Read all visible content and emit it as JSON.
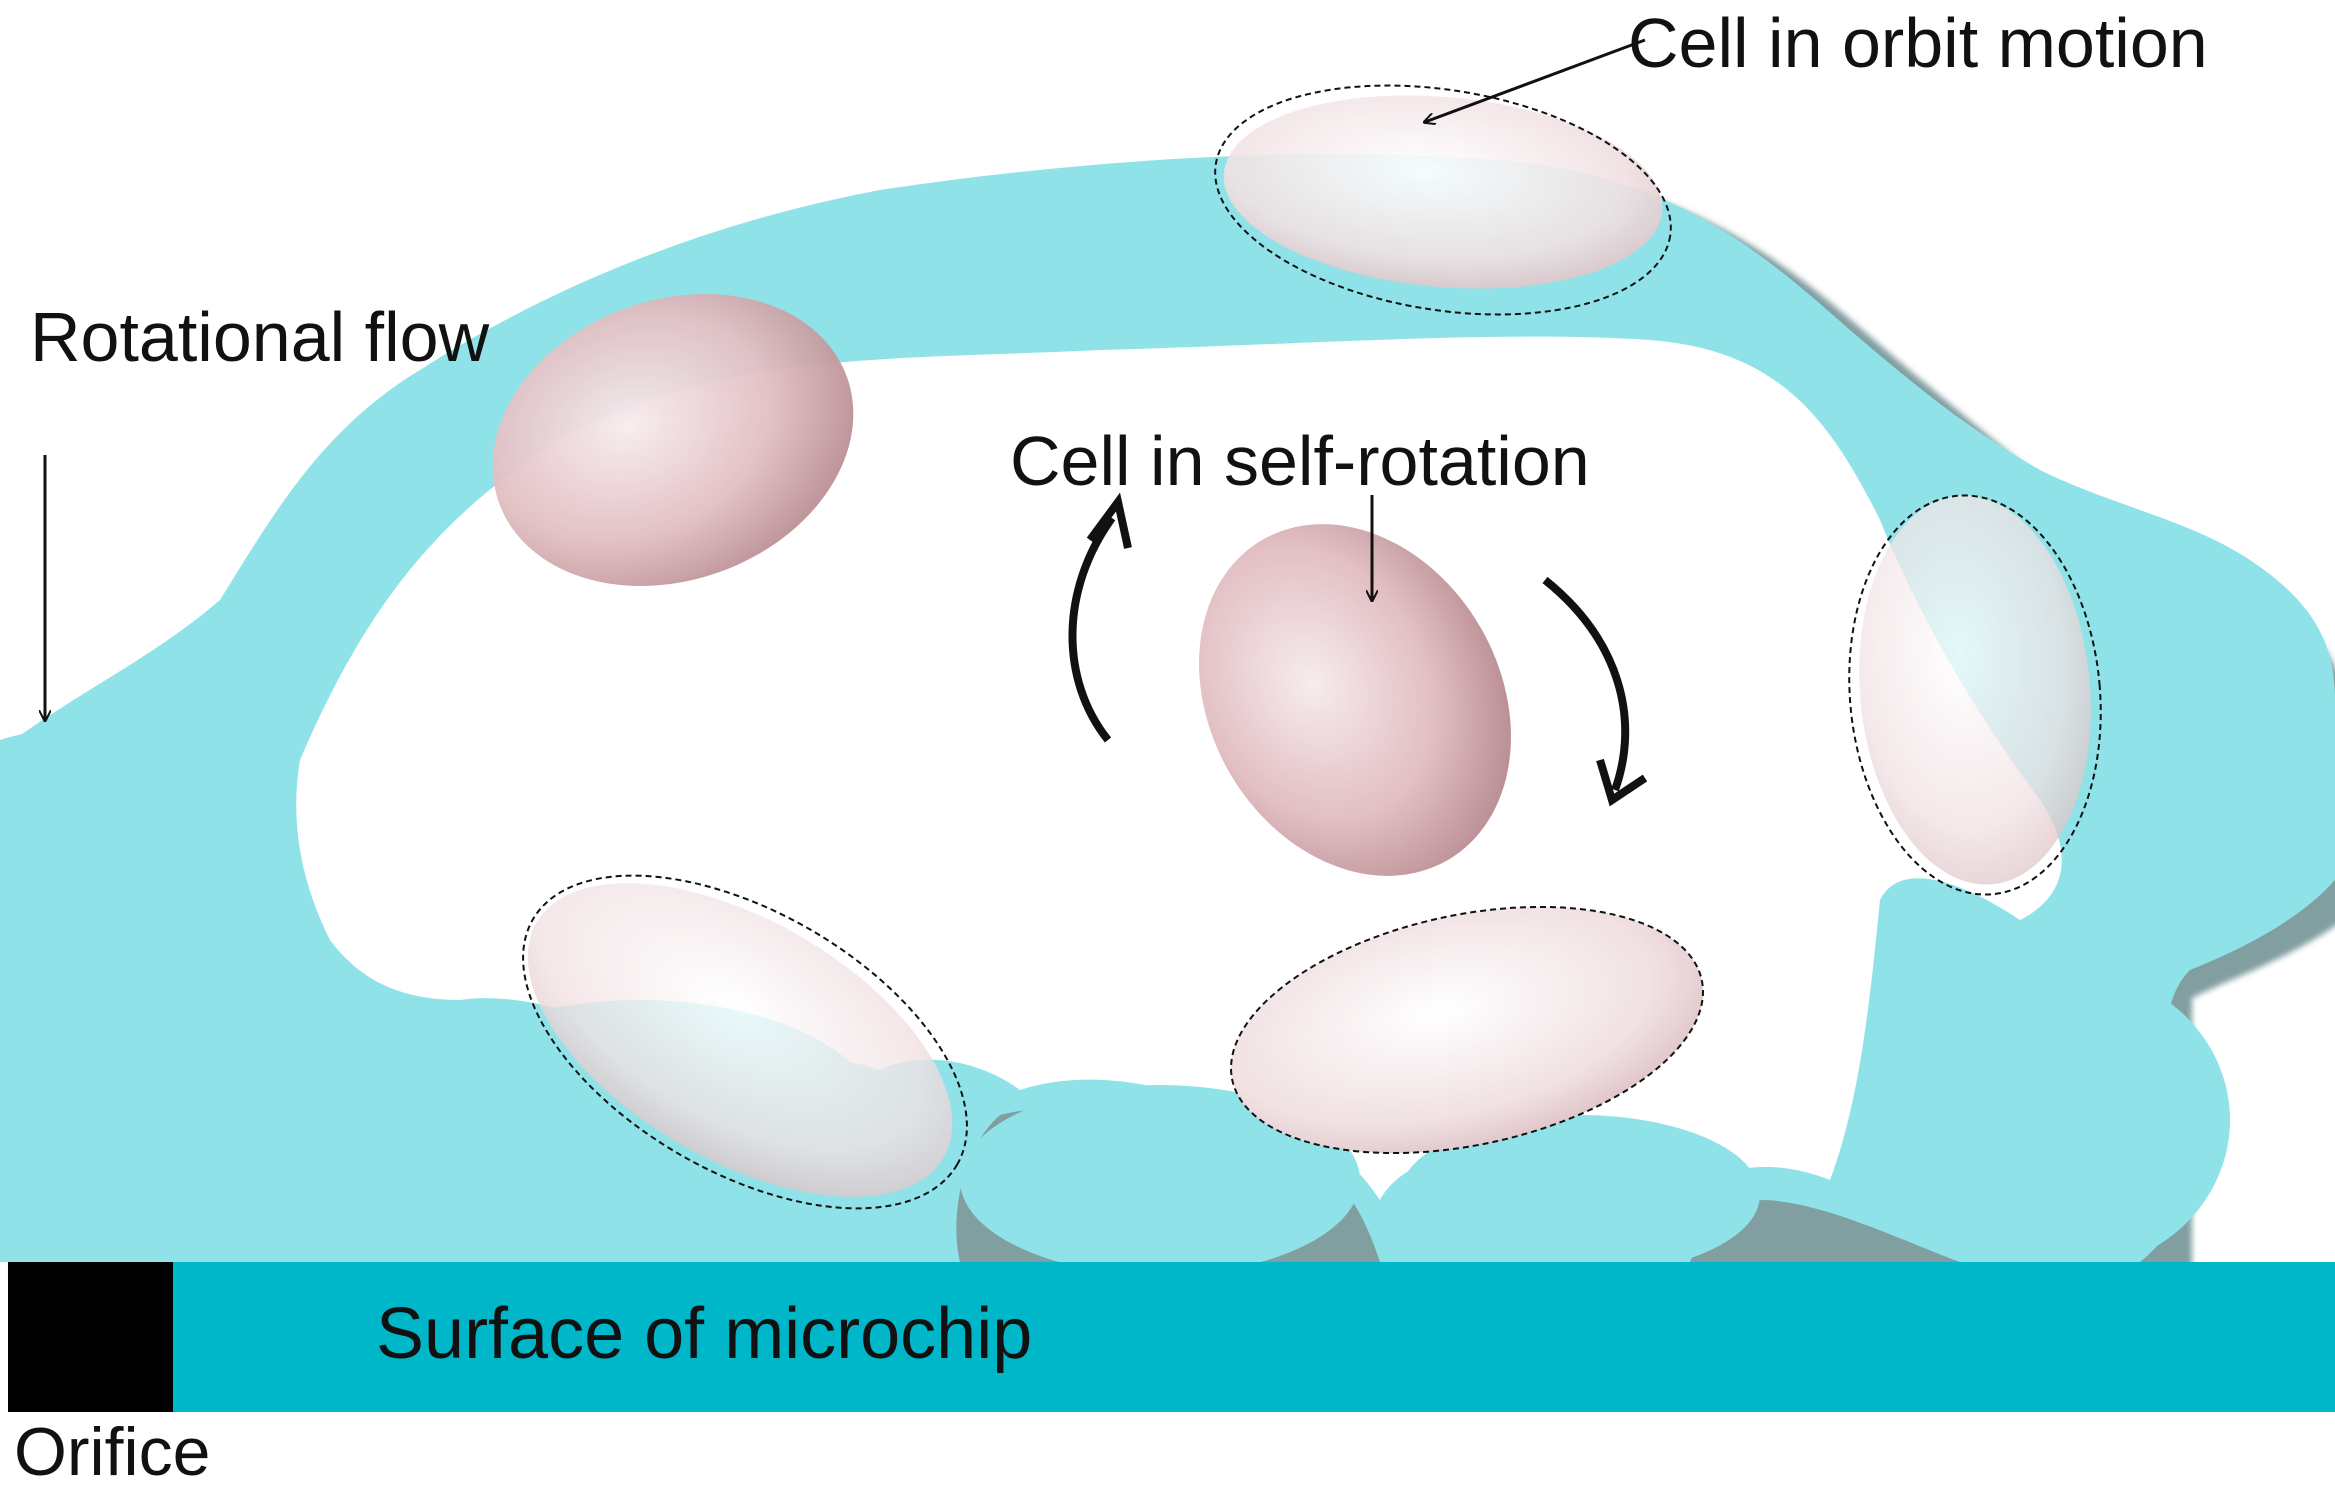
{
  "labels": {
    "orbit_motion": "Cell in orbit motion",
    "rotational_flow": "Rotational flow",
    "self_rotation": "Cell in self-rotation",
    "surface": "Surface of microchip",
    "orifice": "Orifice"
  },
  "colors": {
    "background": "#ffffff",
    "flow_stream": "#8fe3e8",
    "microchip_surface": "#00b7c9",
    "orifice": "#000000",
    "cell": "#e7c6c9",
    "cell_dark": "#c79ea3",
    "annotation": "#111111"
  }
}
